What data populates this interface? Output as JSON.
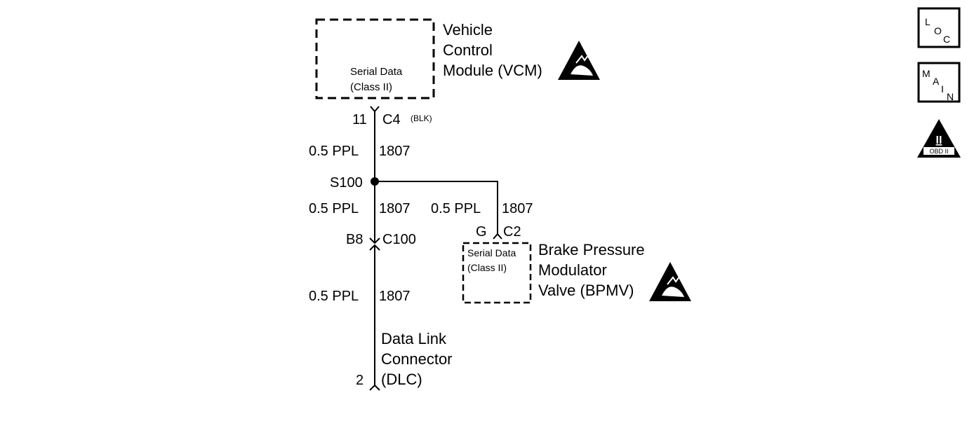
{
  "vcm": {
    "name_lines": [
      "Vehicle",
      "Control",
      "Module (VCM)"
    ],
    "inner_lines": [
      "Serial Data",
      "(Class II)"
    ],
    "pin": "11",
    "connector": "C4",
    "connector_color": "(BLK)"
  },
  "wires": {
    "seg1": {
      "size_color": "0.5 PPL",
      "circuit": "1807"
    },
    "seg2": {
      "size_color": "0.5 PPL",
      "circuit": "1807"
    },
    "seg3": {
      "size_color": "0.5 PPL",
      "circuit": "1807"
    },
    "branch": {
      "size_color": "0.5 PPL",
      "circuit": "1807"
    }
  },
  "splice": {
    "label": "S100"
  },
  "c100": {
    "pin": "B8",
    "connector": "C100"
  },
  "bpmv": {
    "name_lines": [
      "Brake Pressure",
      "Modulator",
      "Valve (BPMV)"
    ],
    "inner_lines": [
      "Serial Data",
      "(Class II)"
    ],
    "pin": "G",
    "connector": "C2"
  },
  "dlc": {
    "name_lines": [
      "Data Link",
      "Connector",
      "(DLC)"
    ],
    "pin": "2"
  },
  "side_badges": {
    "loc": [
      "L",
      "O",
      "C"
    ],
    "main": [
      "M",
      "A",
      "I",
      "N"
    ],
    "obd": {
      "numeral": "II",
      "caption": "OBD II"
    }
  },
  "colors": {
    "line": "#000000",
    "background": "#ffffff"
  },
  "icons": [
    "esd-warning-icon",
    "esd-warning-icon"
  ]
}
